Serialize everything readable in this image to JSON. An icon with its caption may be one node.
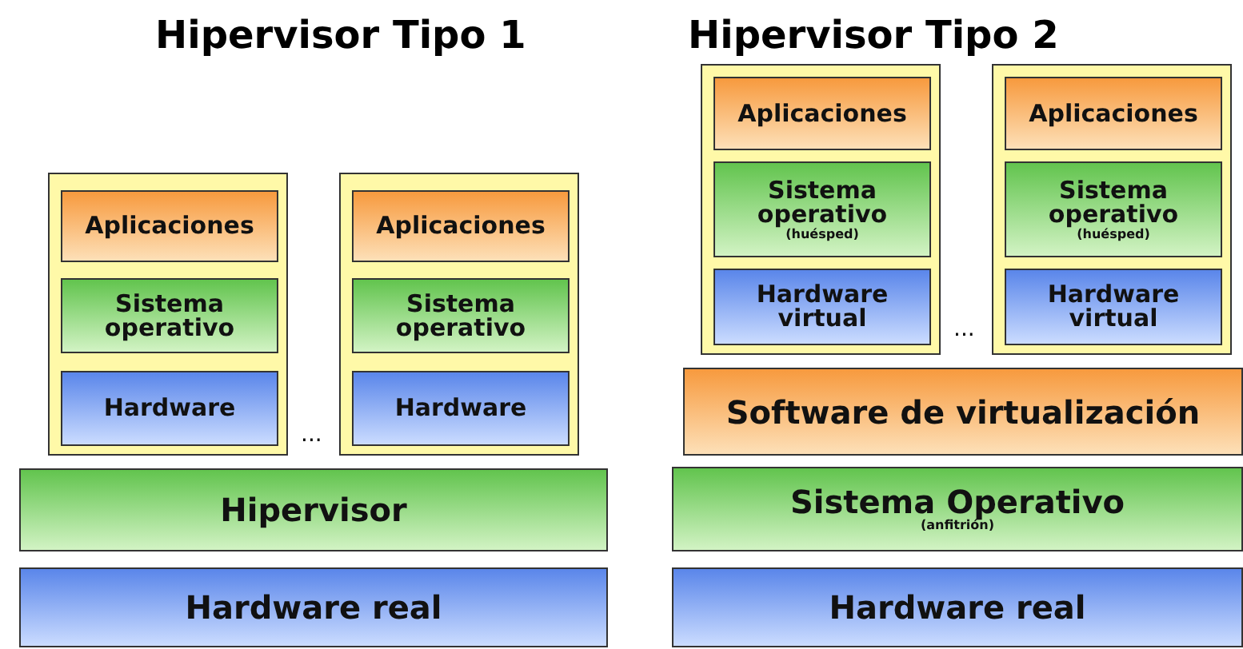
{
  "diagram": {
    "nodes": [
      {
        "text": [],
        "shape": "box"
      },
      {
        "text": [
          "Aplicaciones"
        ],
        "in": 0
      },
      {
        "text": [
          "Sistema operativo"
        ],
        "in": 0
      },
      {
        "text": [
          "Hardware"
        ],
        "in": 0
      },
      {
        "text": [],
        "shape": "box"
      },
      {
        "text": [
          "Aplicaciones"
        ],
        "in": 4
      },
      {
        "text": [
          "Sistema operativo"
        ],
        "in": 4
      },
      {
        "text": [
          "Hardware"
        ],
        "in": 4
      },
      {
        "text": [
          "Hipervisor"
        ]
      },
      {
        "text": [
          "Hardware real"
        ]
      },
      {
        "text": [],
        "shape": "box"
      },
      {
        "text": [
          "Aplicaciones"
        ],
        "in": 10
      },
      {
        "text": [
          "Sistema operativo",
          "(huésped)"
        ],
        "in": 10
      },
      {
        "text": [
          "Hardware virtual"
        ],
        "in": 10
      },
      {
        "text": [],
        "shape": "box"
      },
      {
        "text": [
          "Aplicaciones"
        ],
        "in": 14
      },
      {
        "text": [
          "Sistema operativo",
          "(huésped)"
        ],
        "in": 14
      },
      {
        "text": [
          "Hardware virtual"
        ],
        "in": 14
      },
      {
        "text": [
          "Software de virtualización"
        ]
      },
      {
        "text": [
          "Sistema Operativo",
          "(anfitrión)"
        ]
      },
      {
        "text": [
          "Hardware real"
        ]
      }
    ],
    "labels": [
      "Hipervisor Tipo 1",
      "Hipervisor Tipo 2",
      "...",
      "..."
    ]
  }
}
